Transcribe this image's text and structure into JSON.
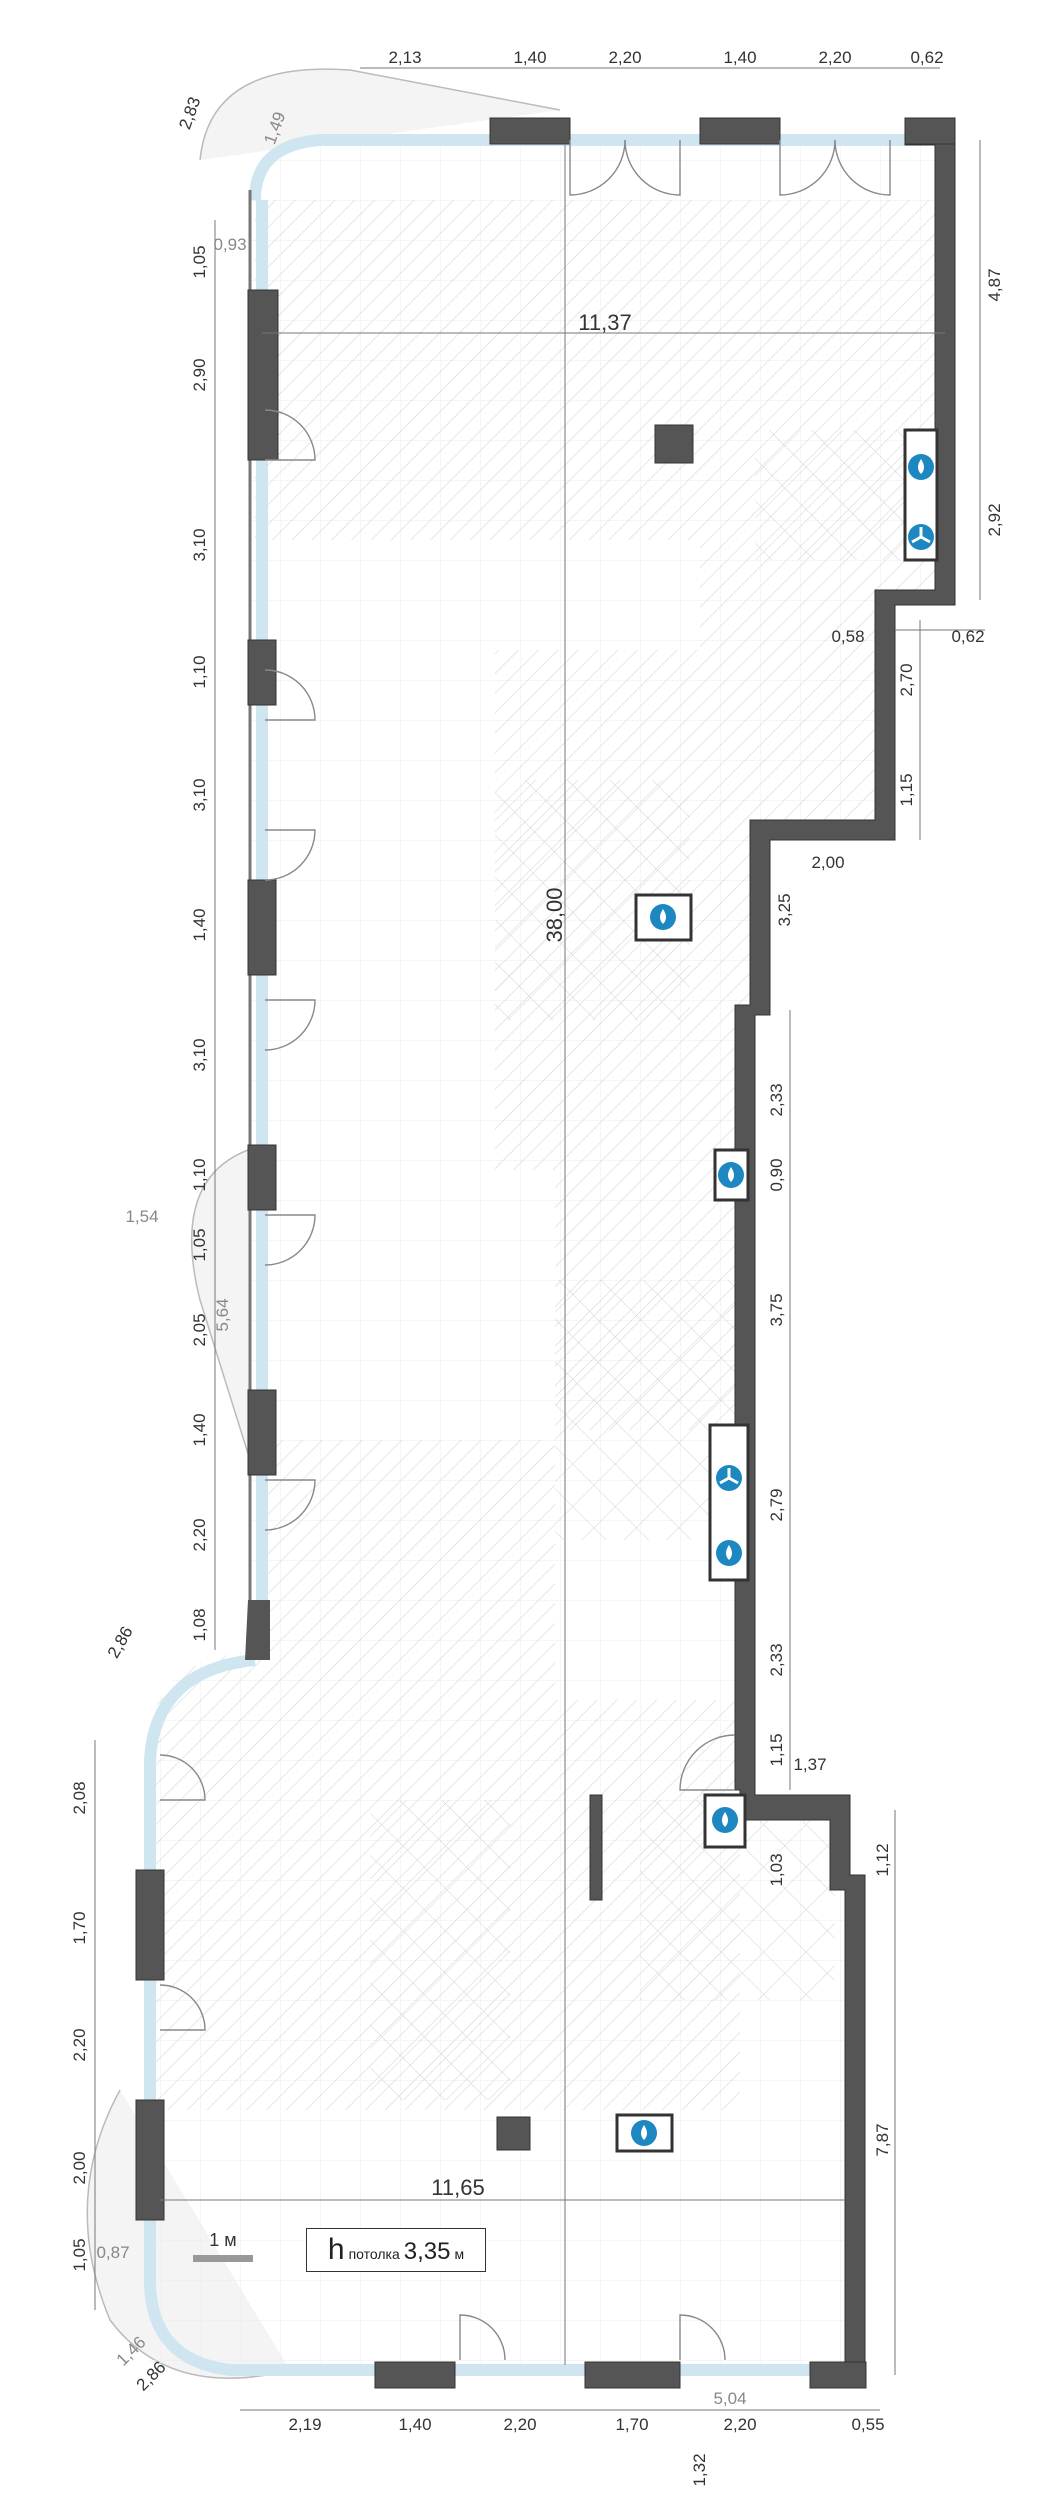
{
  "plan": {
    "colors": {
      "wall": "#555555",
      "glass": "#d6eaf3",
      "hatch": "#d8d8d8",
      "icon": "#1d87c2"
    },
    "dims_top": [
      "2,13",
      "1,40",
      "2,20",
      "1,40",
      "2,20",
      "0,62"
    ],
    "dims_left_upper": [
      "1,05",
      "2,90",
      "3,10",
      "1,10",
      "3,10",
      "1,40",
      "3,10",
      "1,10",
      "1,05",
      "2,05",
      "1,40",
      "2,20",
      "1,08"
    ],
    "dims_left_lower": [
      "2,08",
      "1,70",
      "2,20",
      "2,00",
      "1,05"
    ],
    "dims_right": [
      "4,87",
      "2,92",
      "0,58",
      "0,62",
      "2,70",
      "1,15",
      "2,00",
      "3,25",
      "2,33",
      "0,90",
      "3,75",
      "2,79",
      "2,33",
      "1,15",
      "1,37",
      "1,03",
      "1,12",
      "7,87"
    ],
    "dims_bottom": [
      "2,19",
      "1,40",
      "2,20",
      "1,70",
      "2,20",
      "0,55"
    ],
    "dims_misc": [
      "2,83",
      "1,49",
      "0,93",
      "1,54",
      "5,64",
      "2,86",
      "0,87",
      "1,46",
      "2,86",
      "5,04",
      "1,32"
    ],
    "width_upper": "11,37",
    "width_lower": "11,65",
    "length": "38,00",
    "scale_label": "1 м",
    "ceiling": {
      "letter": "h",
      "sub": "потолка",
      "value": "3,35",
      "unit": "м"
    }
  }
}
